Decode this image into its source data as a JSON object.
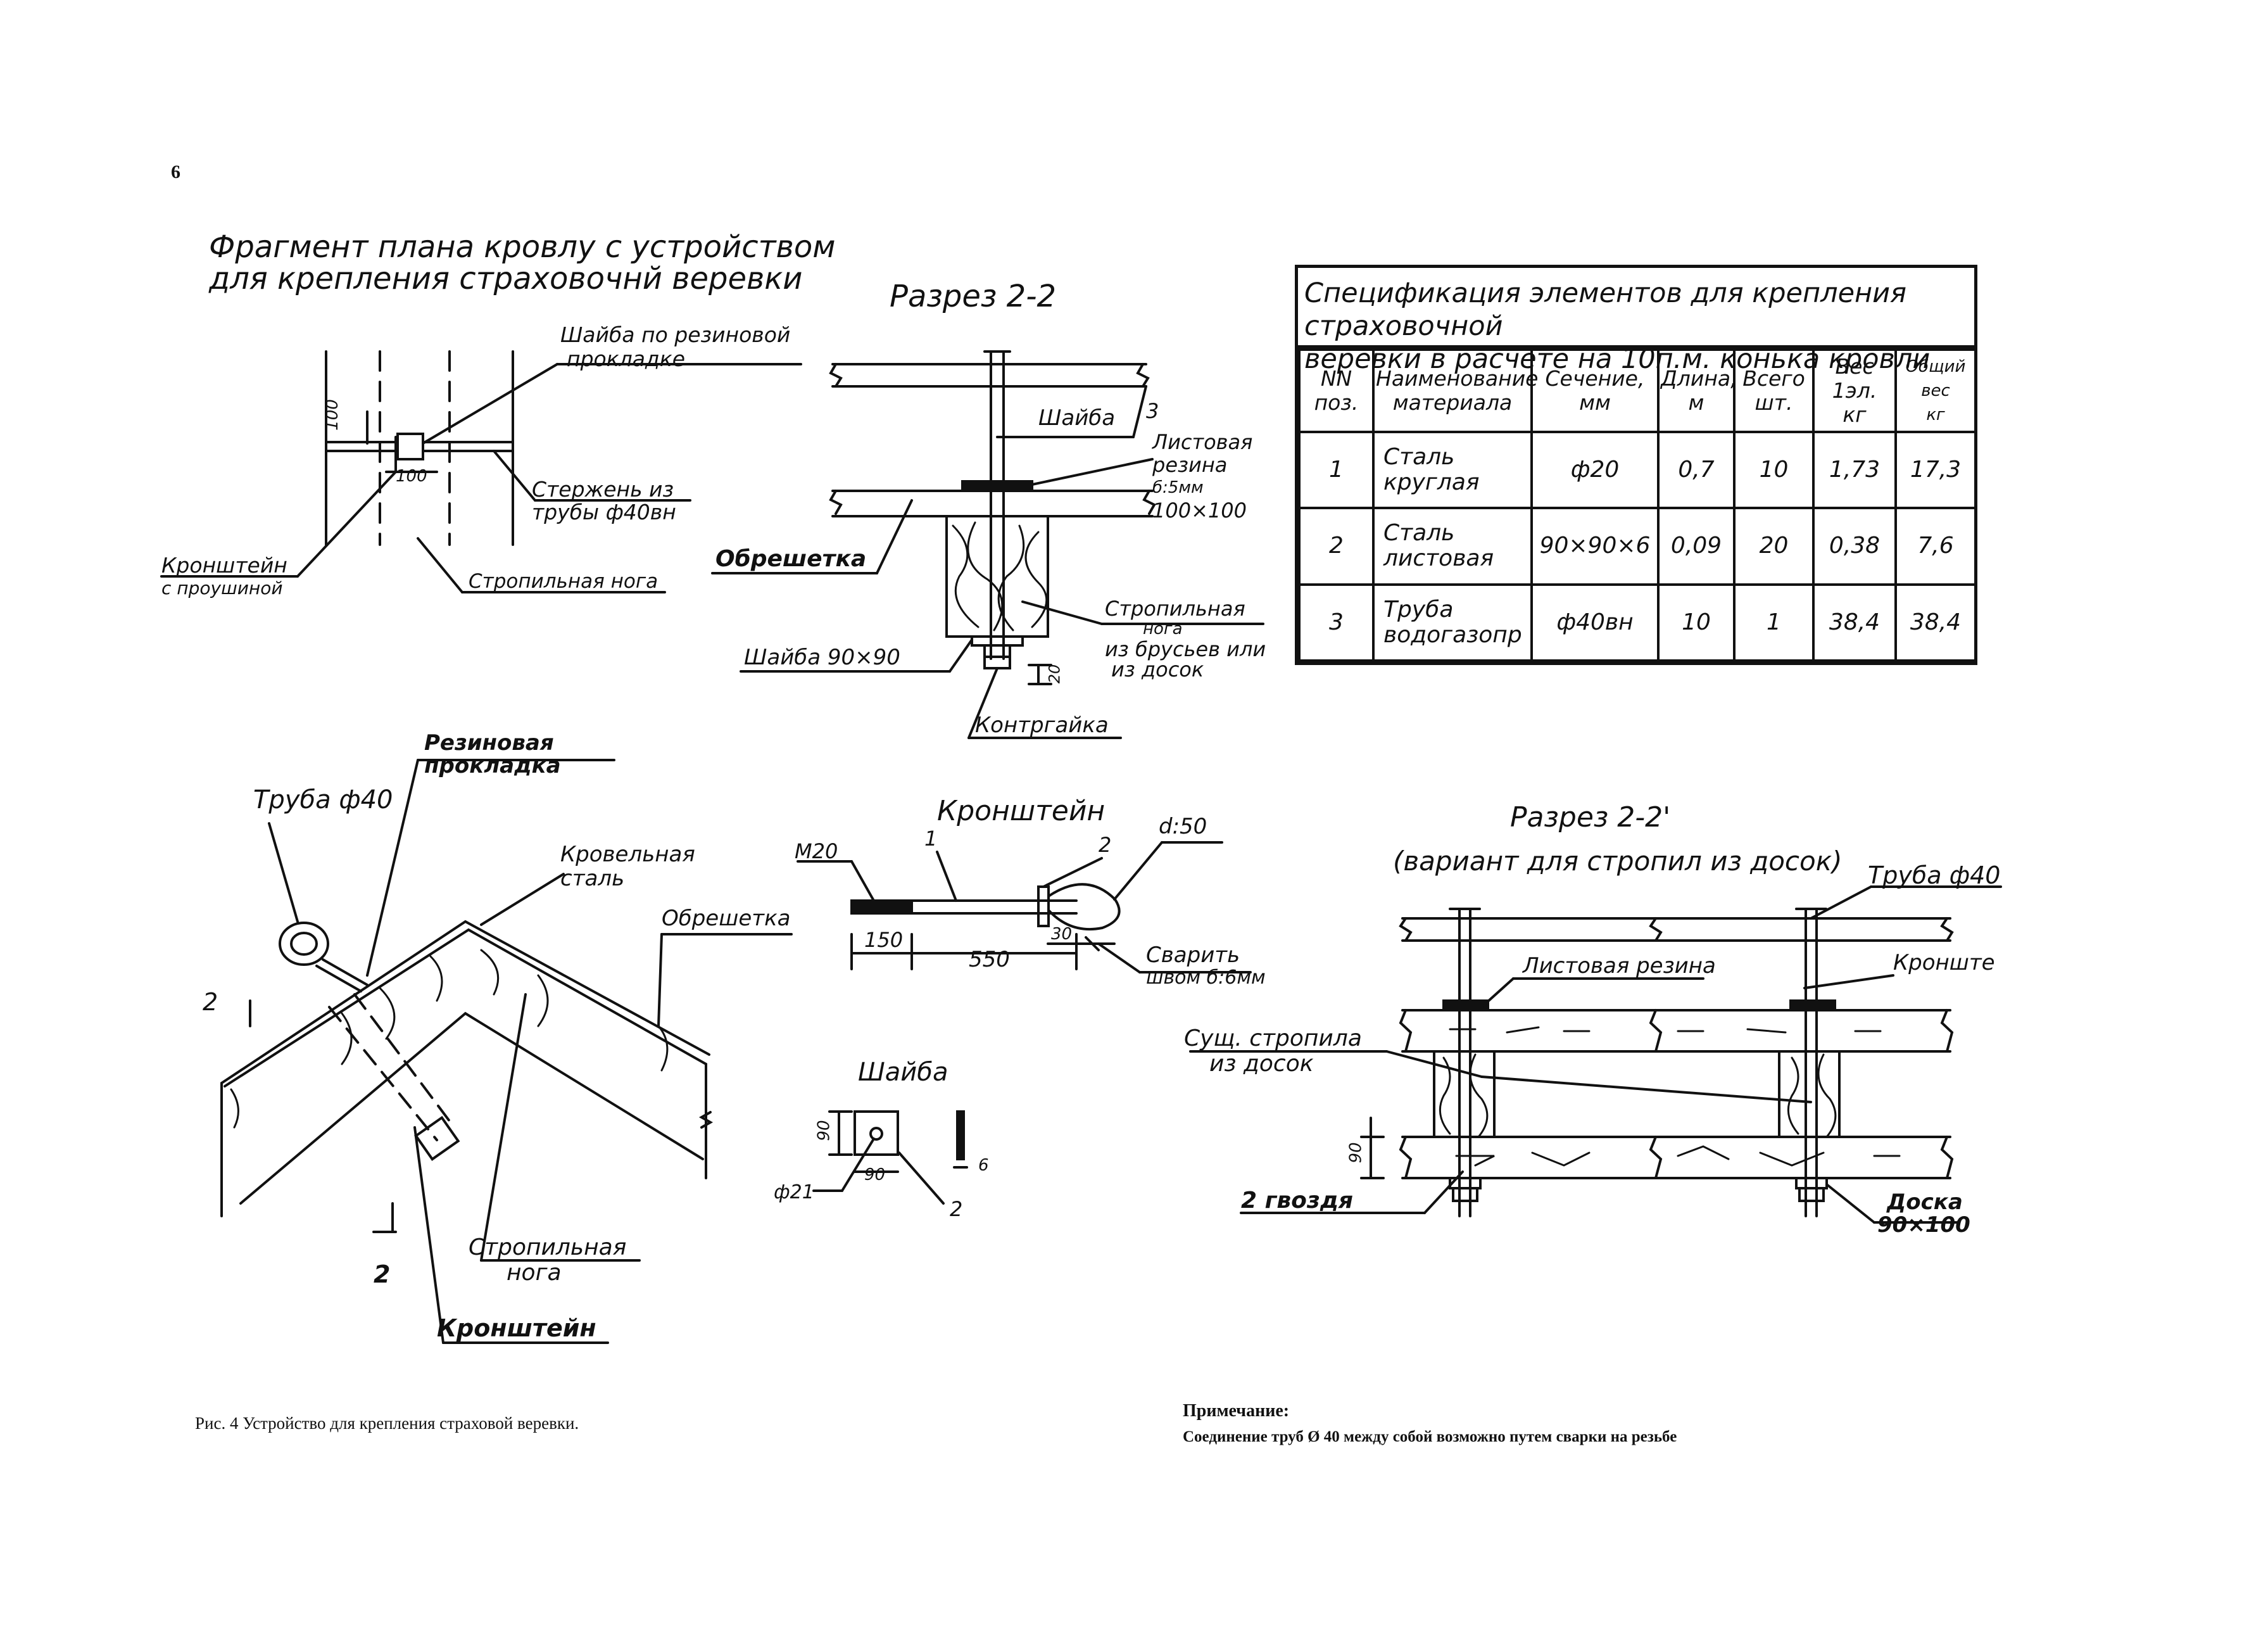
{
  "page": {
    "number": "6"
  },
  "views": {
    "plan": {
      "title": "Фрагмент плана кровлу с устройством для крепления страховочнй веревки",
      "title_l1": "Фрагмент плана кровлу с устройством",
      "title_l2": "для крепления страховочнй веревки",
      "washer_l1": "Шайба по резиновой",
      "washer_l2": "прокладке",
      "rod_l1": "Стержень из",
      "rod_l2": "трубы ф40вн",
      "bracket_l1": "Кронштейн",
      "bracket_l2": "с проушиной",
      "rafter": "Стропильная нога",
      "dim_100_v": "100",
      "dim_100_h": "100"
    },
    "section_2_2": {
      "title": "Разрез 2-2",
      "washer": "Шайба",
      "pos3": "3",
      "rubber_l1": "Листовая",
      "rubber_l2": "резина",
      "rubber_l3": "б:5мм",
      "rubber_l4": "100×100",
      "batten": "Обрешетка",
      "rafter_l1": "Стропильная",
      "rafter_l2": "нога",
      "rafter_l3": "из брусьев или",
      "rafter_l4": "из досок",
      "washer2": "Шайба 90×90",
      "dim_20": "20",
      "locknut": "Контргайка"
    },
    "ridge": {
      "rubber_l1": "Резиновая",
      "rubber_l2": "прокладка",
      "pipe": "Труба ф40",
      "roof_steel_l1": "Кровельная",
      "roof_steel_l2": "сталь",
      "batten": "Обрешетка",
      "mark_2a": "2",
      "mark_2b": "2",
      "rafter_l1": "Стропильная",
      "rafter_l2": "нога",
      "bracket": "Кронштейн"
    },
    "bracket": {
      "title": "Кронштейн",
      "m20": "М20",
      "pos1": "1",
      "pos2": "2",
      "d50": "d:50",
      "dim150": "150",
      "dim550": "550",
      "dim30": "30",
      "weld_l1": "Сварить",
      "weld_l2": "швом б:6мм"
    },
    "washer": {
      "title": "Шайба",
      "dim90_v": "90",
      "dim90_h": "90",
      "d21": "ф21",
      "pos2": "2",
      "dim6": "6"
    },
    "section_2_2p": {
      "title": "Разрез 2-2'",
      "subtitle": "(вариант для стропил из досок)",
      "pipe": "Труба ф40",
      "bracket": "Кронште",
      "rubber": "Листовая резина",
      "rafter_l1": "Сущ. стропила",
      "rafter_l2": "из досок",
      "dim90": "90",
      "nails": "2 гвоздя",
      "board_l1": "Доска",
      "board_l2": "90×100"
    }
  },
  "spec": {
    "title_l1": "Спецификация элементов для крепления страховочной",
    "title_l2": "веревки в расчете на 10п.м. конька кровли",
    "headers": [
      {
        "l1": "NN",
        "l2": "поз."
      },
      {
        "l1": "Наименование",
        "l2": "материала"
      },
      {
        "l1": "Сечение,",
        "l2": "мм"
      },
      {
        "l1": "Длина,",
        "l2": "м"
      },
      {
        "l1": "Всего",
        "l2": "шт."
      },
      {
        "l1": "Вес 1эл.",
        "l2": "кг"
      },
      {
        "l1": "Общий вес",
        "l2": "кг"
      }
    ],
    "rows": [
      {
        "pos": "1",
        "name_l1": "Сталь",
        "name_l2": "круглая",
        "section": "ф20",
        "length": "0,7",
        "total": "10",
        "unit_weight": "1,73",
        "total_weight": "17,3"
      },
      {
        "pos": "2",
        "name_l1": "Сталь",
        "name_l2": "листовая",
        "section": "90×90×6",
        "length": "0,09",
        "total": "20",
        "unit_weight": "0,38",
        "total_weight": "7,6"
      },
      {
        "pos": "3",
        "name_l1": "Труба",
        "name_l2": "водогазопр",
        "section": "ф40вн",
        "length": "10",
        "total": "1",
        "unit_weight": "38,4",
        "total_weight": "38,4"
      }
    ]
  },
  "caption": "Рис. 4 Устройство для крепления страховой веревки.",
  "note": {
    "title": "Примечание:",
    "text": "Соединение труб Ø 40 между собой возможно путем сварки на резьбе"
  }
}
